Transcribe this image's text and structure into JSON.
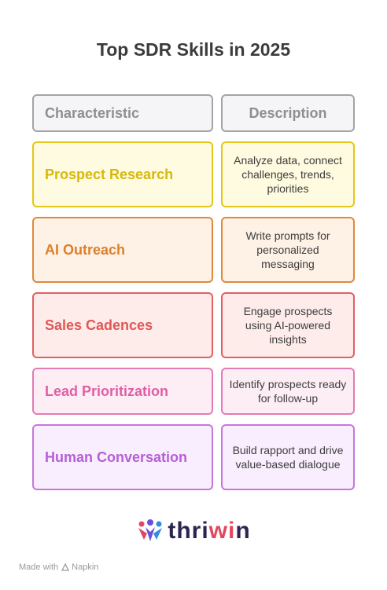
{
  "title": "Top SDR Skills in 2025",
  "header": {
    "left": "Characteristic",
    "right": "Description"
  },
  "rows": [
    {
      "label": "Prospect Research",
      "description": "Analyze data, connect challenges, trends, priorities",
      "border": "#e6c619",
      "fill": "#fefbe0",
      "text": "#d8b80b"
    },
    {
      "label": "AI Outreach",
      "description": "Write prompts for personalized messaging",
      "border": "#e0893a",
      "fill": "#fef1e6",
      "text": "#dd7f2a"
    },
    {
      "label": "Sales Cadences",
      "description": "Engage prospects using AI-powered insights",
      "border": "#e2605f",
      "fill": "#feeceb",
      "text": "#de5856"
    },
    {
      "label": "Lead Prioritization",
      "description": "Identify prospects ready for follow-up",
      "border": "#e47bb3",
      "fill": "#fdeef6",
      "text": "#df5fa3"
    },
    {
      "label": "Human Conversation",
      "description": "Build rapport and drive value-based dialogue",
      "border": "#c477de",
      "fill": "#f8eefd",
      "text": "#b65fd6"
    }
  ],
  "logo": {
    "brand_part1": "thri",
    "brand_highlight": "wi",
    "brand_part2": "n"
  },
  "footer": {
    "made_with": "Made with",
    "tool": "Napkin"
  }
}
